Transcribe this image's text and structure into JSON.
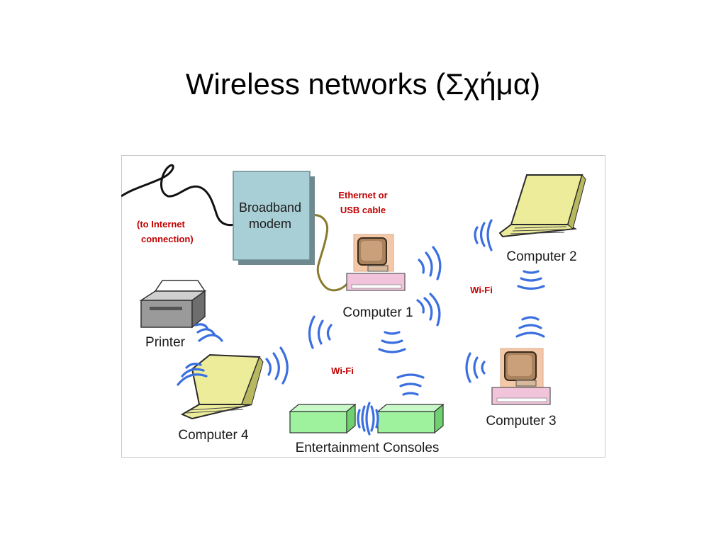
{
  "slide": {
    "title": "Wireless networks (Σχήμα)"
  },
  "diagram": {
    "internet_label": [
      "(to Internet",
      "connection)"
    ],
    "modem_label": [
      "Broadband",
      "modem"
    ],
    "cable_label": [
      "Ethernet or",
      "USB cable"
    ],
    "wifi_label": "Wi-Fi",
    "nodes": {
      "computer1": "Computer 1",
      "computer2": "Computer 2",
      "computer3": "Computer 3",
      "computer4": "Computer 4",
      "printer": "Printer",
      "consoles": "Entertainment Consoles"
    },
    "colors": {
      "wave": "#3b6fe0",
      "red_label": "#c00000",
      "modem_fill": "#a9cfd6",
      "laptop_fill": "#ecec9a",
      "console_fill": "#9ef29e",
      "desktop_base": "#f2c4dc",
      "monitor_bg": "#f3c8a8"
    }
  }
}
